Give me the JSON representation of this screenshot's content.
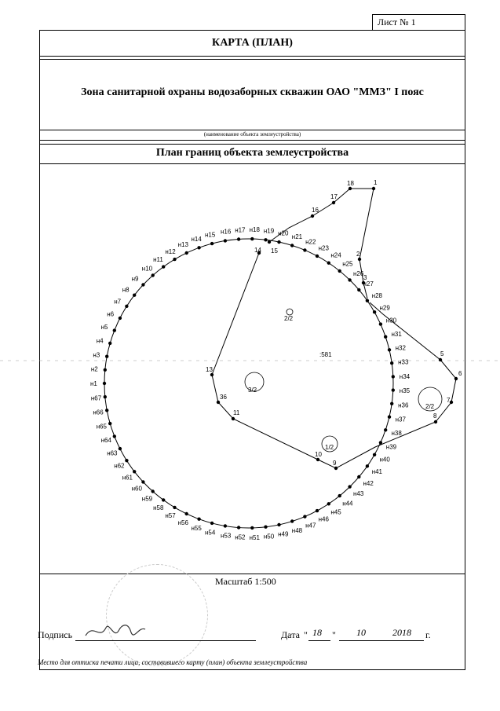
{
  "sheet": {
    "label": "Лист № 1"
  },
  "header": {
    "title": "КАРТА (ПЛАН)",
    "object_name": "Зона санитарной охраны водозаборных скважин ОАО \"ММЗ\" I пояс",
    "object_caption": "(наименование объекта землеустройства)",
    "plan_title": "План границ объекта землеустройства"
  },
  "plan": {
    "parcel_labels": [
      "2/2",
      ":581",
      "3/2",
      "1/2",
      "2/2"
    ],
    "circle_points": [
      "н1",
      "н2",
      "н3",
      "н4",
      "н5",
      "н6",
      "н7",
      "н8",
      "н9",
      "н10",
      "н11",
      "н12",
      "н13",
      "н14",
      "н15",
      "н16",
      "н17",
      "н18",
      "н19",
      "н20",
      "н21",
      "н22",
      "н23",
      "н24",
      "н25",
      "н26",
      "н27",
      "н28",
      "н29",
      "н30",
      "н31",
      "н32",
      "н33",
      "н34",
      "н35",
      "н36",
      "н37",
      "н38",
      "н39",
      "н40",
      "н41",
      "н42",
      "н43",
      "н44",
      "н45",
      "н46",
      "н47",
      "н48",
      "н49",
      "н50",
      "н51",
      "н52",
      "н53",
      "н54",
      "н55",
      "н56",
      "н57",
      "н58",
      "н59",
      "н60",
      "н61",
      "н62",
      "н63",
      "н64",
      "н65",
      "н66",
      "н67"
    ],
    "boundary_points": [
      "1",
      "2",
      "3",
      "5",
      "6",
      "7",
      "8",
      "9",
      "10",
      "11",
      "13",
      "14",
      "15",
      "16",
      "17",
      "18",
      "36"
    ]
  },
  "footer": {
    "scale": "Масштаб 1:500",
    "signature_label": "Подпись",
    "date_label": "Дата",
    "date_day": "18",
    "date_month": "10",
    "date_year": "2018",
    "date_suffix": "г.",
    "stamp_caption": "Место для оттиска печати лица, составившего карту (план) объекта землеустройства"
  }
}
